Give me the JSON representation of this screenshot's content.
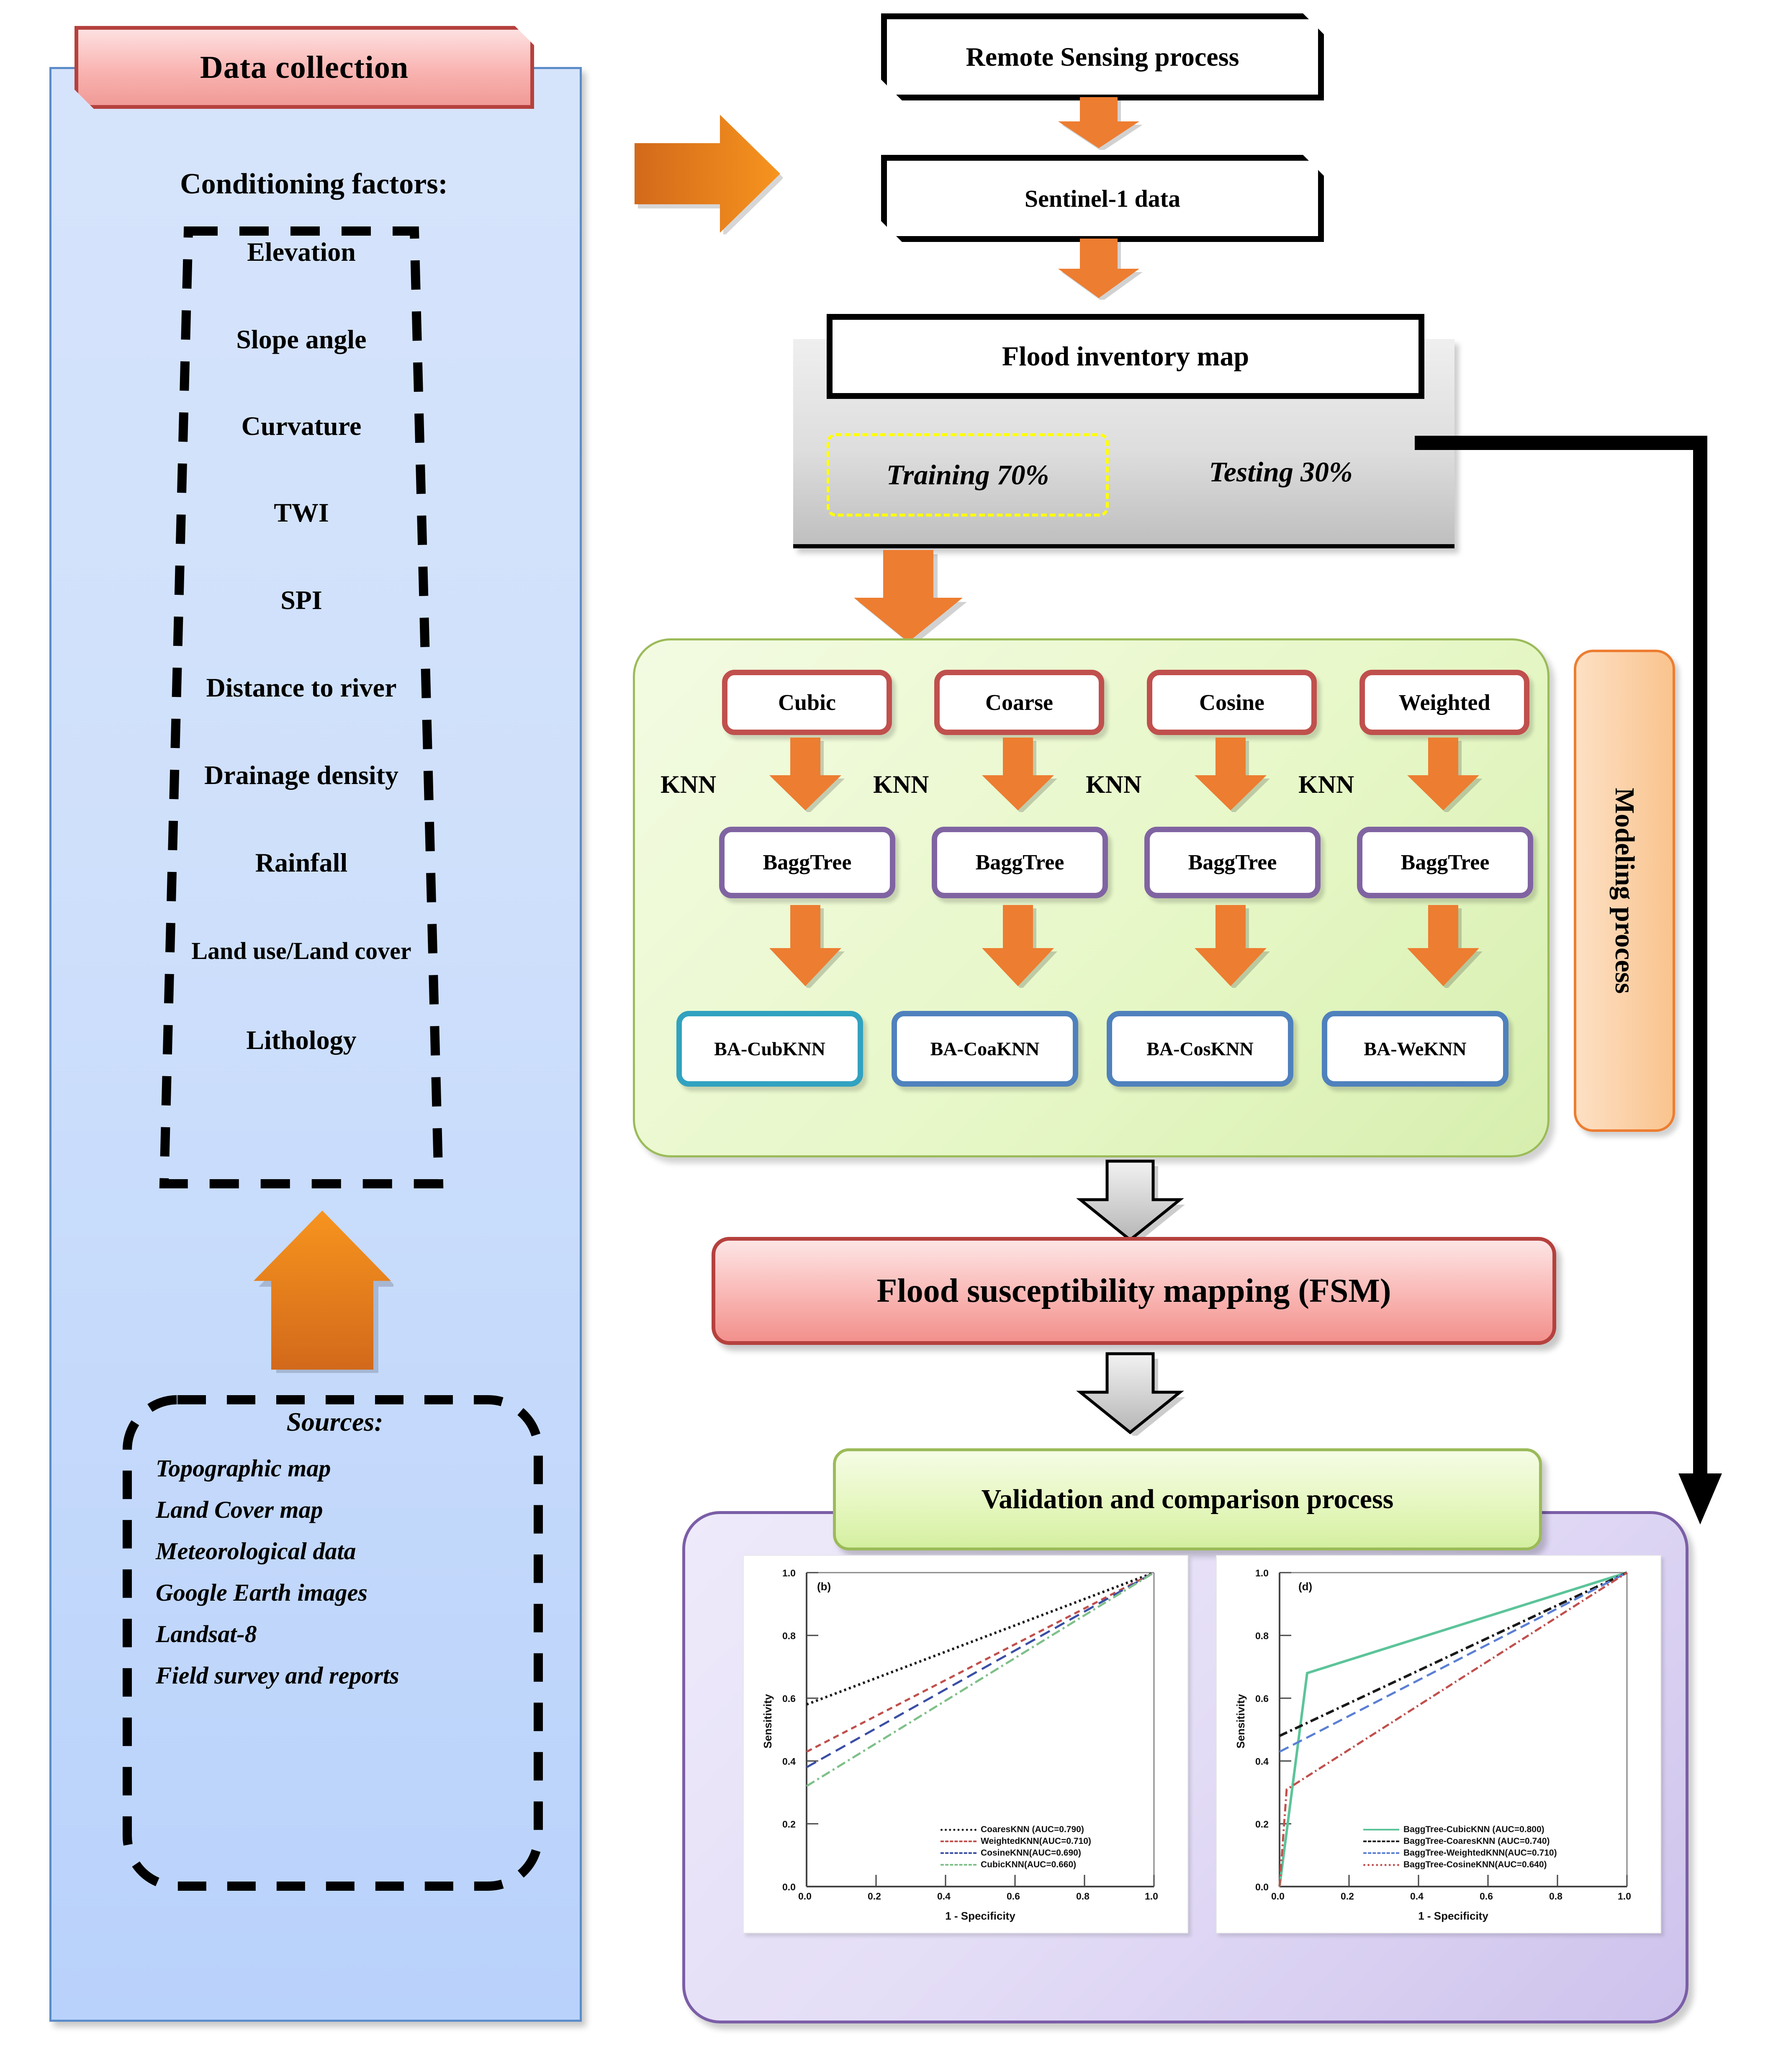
{
  "left_panel": {
    "banner_title": "Data collection",
    "factors_heading": "Conditioning factors:",
    "factors": [
      "Elevation",
      "Slope angle",
      "Curvature",
      "TWI",
      "SPI",
      "Distance to river",
      "Drainage density",
      "Rainfall",
      "Land use/Land cover",
      "Lithology"
    ],
    "sources_title": "Sources:",
    "sources": [
      "Topographic map",
      "Land Cover map",
      "Meteorological data",
      "Google Earth images",
      "Landsat-8",
      "Field survey and reports"
    ]
  },
  "flow": {
    "remote_sensing": "Remote Sensing process",
    "sentinel": "Sentinel-1 data",
    "inventory": "Flood inventory map",
    "training": "Training 70%",
    "testing": "Testing 30%",
    "modeling_tab": "Modeling process",
    "knn_label": "KNN",
    "classifiers": [
      "Cubic",
      "Coarse",
      "Cosine",
      "Weighted"
    ],
    "bagg": [
      "BaggTree",
      "BaggTree",
      "BaggTree",
      "BaggTree"
    ],
    "outputs": [
      "BA-CubKNN",
      "BA-CoaKNN",
      "BA-CosKNN",
      "BA-WeKNN"
    ],
    "fsm": "Flood susceptibility mapping (FSM)",
    "validation": "Validation and comparison process"
  },
  "colors": {
    "accent_orange": "#ED7D31",
    "panel_blue_border": "#5B8CC8",
    "banner_red": "#B5413E",
    "knn_red": "#C0504D",
    "bagg_purple": "#8064A2",
    "out_blue": "#4F81BD",
    "out_teal": "#31A2C0",
    "green_border": "#9BBB59",
    "purple_border": "#7B5EA7",
    "training_dash_yellow": "#FFFF00"
  },
  "chart_data": [
    {
      "id": "b",
      "type": "line",
      "panel_tag": "(b)",
      "title": "",
      "xlabel": "1 - Specificity",
      "ylabel": "Sensitivity",
      "xlim": [
        0.0,
        1.0
      ],
      "ylim": [
        0.0,
        1.0
      ],
      "xticks": [
        "0.0",
        "0.2",
        "0.4",
        "0.6",
        "0.8",
        "1.0"
      ],
      "yticks": [
        "0.0",
        "0.2",
        "0.4",
        "0.6",
        "0.8",
        "1.0"
      ],
      "grid": false,
      "legend_position": "lower-right",
      "series": [
        {
          "name": "CoaresKNN (AUC=0.790)",
          "color": "#1a1a1a",
          "dash": "dotted",
          "x": [
            0.0,
            1.0
          ],
          "y": [
            0.58,
            1.0
          ]
        },
        {
          "name": "WeightedKNN(AUC=0.710)",
          "color": "#c0504d",
          "dash": "dashed-short",
          "x": [
            0.0,
            1.0
          ],
          "y": [
            0.43,
            1.0
          ]
        },
        {
          "name": "CosineKNN(AUC=0.690)",
          "color": "#3b4fa5",
          "dash": "dashed-long",
          "x": [
            0.0,
            1.0
          ],
          "y": [
            0.38,
            1.0
          ]
        },
        {
          "name": "CubicKNN(AUC=0.660)",
          "color": "#7fc08a",
          "dash": "dashdot",
          "x": [
            0.0,
            1.0
          ],
          "y": [
            0.32,
            1.0
          ]
        }
      ]
    },
    {
      "id": "d",
      "type": "line",
      "panel_tag": "(d)",
      "title": "",
      "xlabel": "1 - Specificity",
      "ylabel": "Sensitivity",
      "xlim": [
        0.0,
        1.0
      ],
      "ylim": [
        0.0,
        1.0
      ],
      "xticks": [
        "0.0",
        "0.2",
        "0.4",
        "0.6",
        "0.8",
        "1.0"
      ],
      "yticks": [
        "0.0",
        "0.2",
        "0.4",
        "0.6",
        "0.8",
        "1.0"
      ],
      "grid": false,
      "legend_position": "lower-right",
      "series": [
        {
          "name": "BaggTree-CubicKNN (AUC=0.800)",
          "color": "#5cc49a",
          "dash": "solid",
          "x": [
            0.0,
            0.08,
            1.0
          ],
          "y": [
            0.0,
            0.68,
            1.0
          ]
        },
        {
          "name": "BaggTree-CoaresKNN (AUC=0.740)",
          "color": "#1a1a1a",
          "dash": "dashdot",
          "x": [
            0.0,
            1.0
          ],
          "y": [
            0.48,
            1.0
          ]
        },
        {
          "name": "BaggTree-WeightedKNN(AUC=0.710)",
          "color": "#5b7fd4",
          "dash": "dashed-long",
          "x": [
            0.0,
            1.0
          ],
          "y": [
            0.43,
            1.0
          ]
        },
        {
          "name": "BaggTree-CosineKNN(AUC=0.640)",
          "color": "#c0504d",
          "dash": "dashdot",
          "x": [
            0.0,
            0.02,
            1.0
          ],
          "y": [
            0.0,
            0.31,
            1.0
          ]
        }
      ]
    }
  ]
}
